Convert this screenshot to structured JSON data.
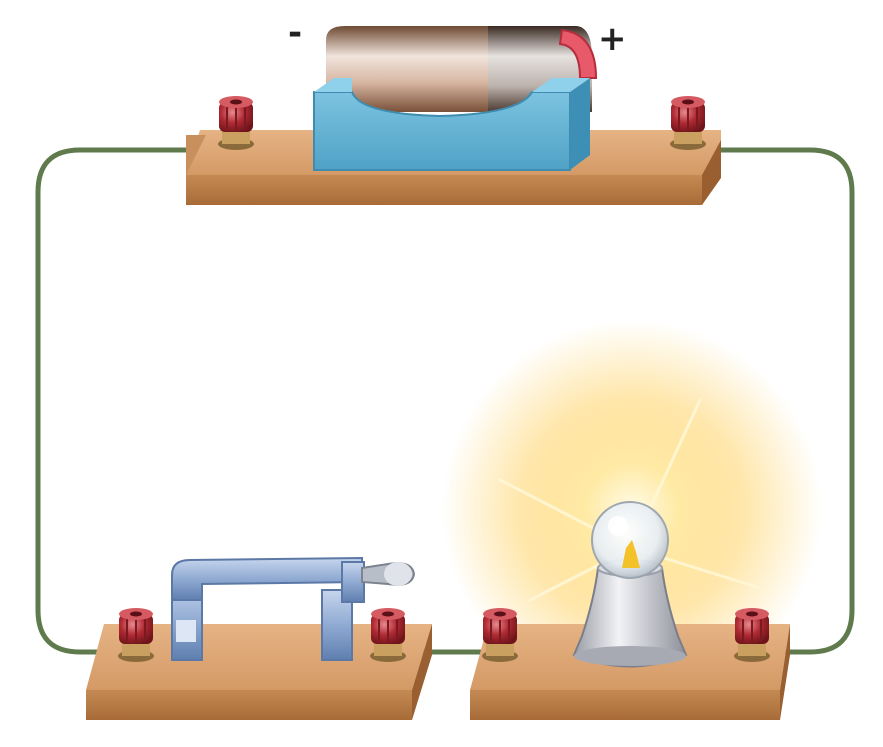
{
  "battery": {
    "negative_label": "-",
    "positive_label": "+"
  },
  "colors": {
    "wire": "#5f7a4c",
    "board_top": "#dca373",
    "board_front": "#b77844",
    "battery_holder": "#66b5d6",
    "terminal": "#a3232c",
    "switch_metal": "#8ea8d0",
    "lamp_glow": "#ffd24a"
  },
  "components": [
    "battery",
    "switch",
    "lamp",
    "wires",
    "terminal-posts"
  ],
  "lamp": {
    "state": "lit"
  },
  "switch": {
    "state": "closed"
  }
}
